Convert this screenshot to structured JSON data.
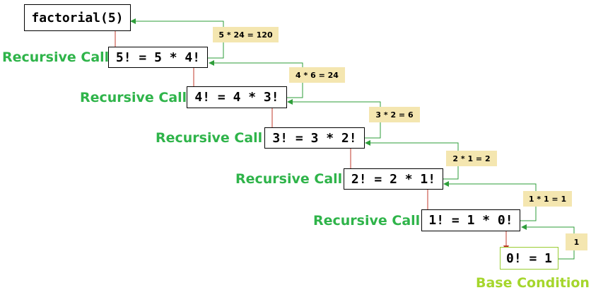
{
  "start_call": "factorial(5)",
  "steps": [
    {
      "label": "Recursive Call",
      "expr": "5! = 5 * 4!",
      "ret": "5 * 24 = 120"
    },
    {
      "label": "Recursive Call",
      "expr": "4! = 4 * 3!",
      "ret": "4 * 6 = 24"
    },
    {
      "label": "Recursive Call",
      "expr": "3! = 3 * 2!",
      "ret": "3 * 2 = 6"
    },
    {
      "label": "Recursive Call",
      "expr": "2! = 2 * 1!",
      "ret": "2 * 1 = 2"
    },
    {
      "label": "Recursive Call",
      "expr": "1! = 1 * 0!",
      "ret": "1 * 1 = 1"
    }
  ],
  "base": {
    "expr": "0! = 1",
    "label": "Base Condition",
    "ret": "1"
  },
  "colors": {
    "call_arrow": "#c0392b",
    "return_arrow": "#2e9e3a",
    "label": "#2fb44a",
    "base_label": "#a5d62c",
    "return_badge": "#f4e6b0"
  }
}
